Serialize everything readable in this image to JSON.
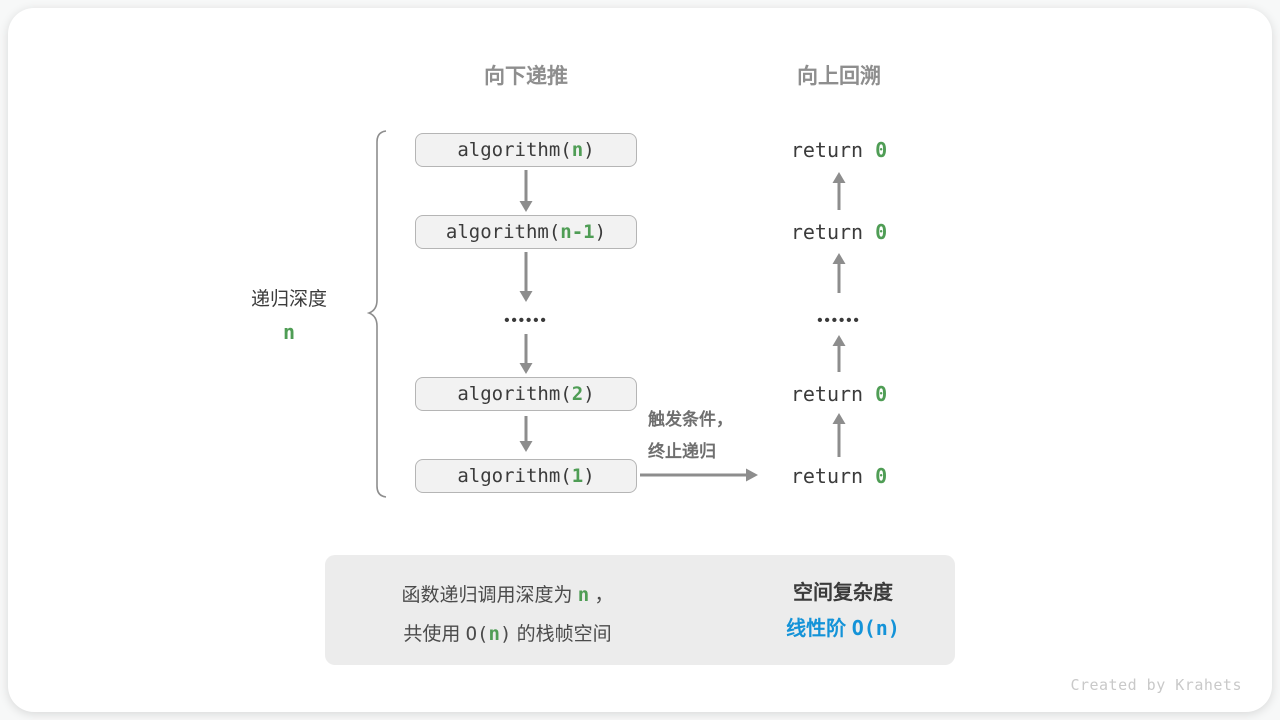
{
  "colors": {
    "green": "#4f9d55",
    "blue": "#1493d8",
    "code": "#3b3b3b",
    "grayhead": "#8e8e8e",
    "arrow": "#8d8d8d",
    "boxbg": "#f2f2f2",
    "boxborder": "#b5b5b5",
    "notegray": "#6f6f6f",
    "sumbg": "#ececec",
    "sumtext": "#4b4b4b",
    "footer": "#c9c9c9",
    "dots": "#3a3a3a",
    "cardbg": "#ffffff",
    "pagebg": "#f7f8f8"
  },
  "headers": {
    "down": "向下递推",
    "up": "向上回溯"
  },
  "depth": {
    "label": "递归深度",
    "value": "n"
  },
  "stack": {
    "ellipsis": "••••••",
    "boxes": [
      {
        "pre": "algorithm(",
        "arg": "n",
        "post": ")"
      },
      {
        "pre": "algorithm(",
        "arg": "n-1",
        "post": ")"
      },
      {
        "pre": "algorithm(",
        "arg": "2",
        "post": ")"
      },
      {
        "pre": "algorithm(",
        "arg": "1",
        "post": ")"
      }
    ]
  },
  "returns": {
    "ellipsis": "••••••",
    "items": [
      {
        "kw": "return ",
        "val": "0"
      },
      {
        "kw": "return ",
        "val": "0"
      },
      {
        "kw": "return ",
        "val": "0"
      },
      {
        "kw": "return ",
        "val": "0"
      }
    ]
  },
  "trigger_note": {
    "line1": "触发条件，",
    "line2": "终止递归"
  },
  "summary": {
    "line1": {
      "pre": "函数递归调用深度为 ",
      "n": "n",
      "post": " ，"
    },
    "line2": {
      "pre": "共使用 ",
      "code_open": "O(",
      "n": "n",
      "code_close": ")",
      "post": " 的栈帧空间"
    },
    "title": "空间复杂度",
    "result": {
      "pre": "线性阶 ",
      "code": "O(n)"
    }
  },
  "icons": {
    "down_arrow": "arrow-down-icon",
    "up_arrow": "arrow-up-icon",
    "terminate_arrow": "arrow-right-icon",
    "summary_arrow": "block-arrow-right-icon",
    "brace": "left-curly-brace"
  },
  "footer": {
    "credit": "Created by Krahets"
  }
}
